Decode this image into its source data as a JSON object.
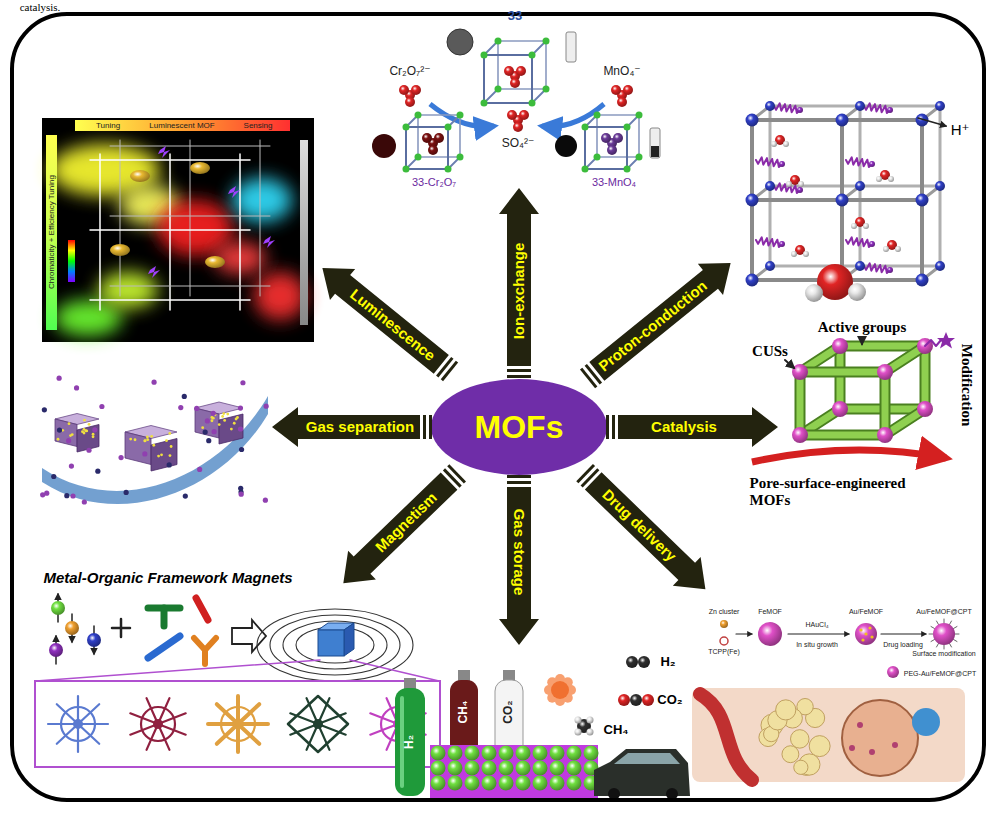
{
  "diagram": {
    "nodes": [
      {
        "text": [
          "MOFs"
        ]
      },
      {
        "text": [
          "Luminescence"
        ]
      },
      {
        "text": [
          "Ion-exchange"
        ]
      },
      {
        "text": [
          "Proton-conduction"
        ]
      },
      {
        "text": [
          "Gas separation"
        ]
      },
      {
        "text": [
          "Catalysis"
        ]
      },
      {
        "text": [
          "Magnetism"
        ]
      },
      {
        "text": [
          "Gas storage"
        ]
      },
      {
        "text": [
          "Drug delivery"
        ]
      }
    ],
    "labels": [
      "catalysis.",
      "33",
      "Cr₂O₇²⁻",
      "MnO₄⁻",
      "SO₄²⁻",
      "33-Cr₂O₇",
      "33-MnO₄",
      "H⁺",
      "Tuning",
      "Luminescent MOF",
      "Sensing",
      "Chromaticity + Efficiency Tuning",
      "Active groups",
      "CUSs",
      "Modification",
      "Pore-surface-engineered MOFs",
      "Metal-Organic Framework Magnets",
      "H₂",
      "CH₄",
      "CO₂",
      "H₂",
      "CO₂",
      "CH₄",
      "Zn cluster",
      "TCPP(Fe)",
      "FeMOF",
      "HAuCl₄",
      "In situ growth",
      "Au/FeMOF",
      "Drug loading",
      "Au/FeMOF@CPT",
      "Surface modification",
      "PEG-Au/FeMOF@CPT"
    ]
  }
}
